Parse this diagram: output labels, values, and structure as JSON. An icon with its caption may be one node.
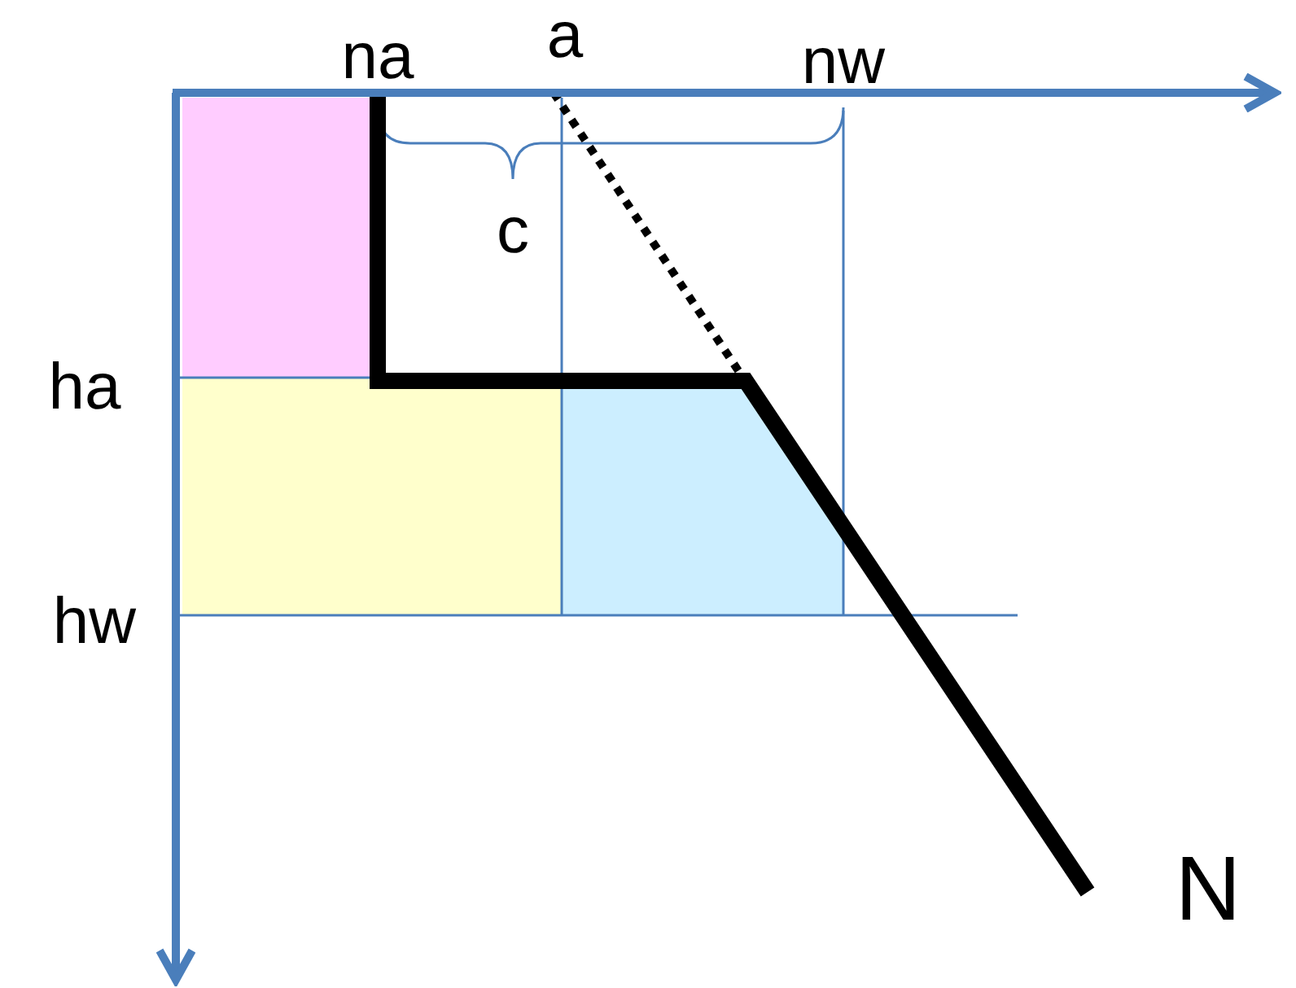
{
  "diagram": {
    "labels": [
      "na",
      "a",
      "nw",
      "c",
      "ha",
      "hw",
      "N"
    ]
  }
}
